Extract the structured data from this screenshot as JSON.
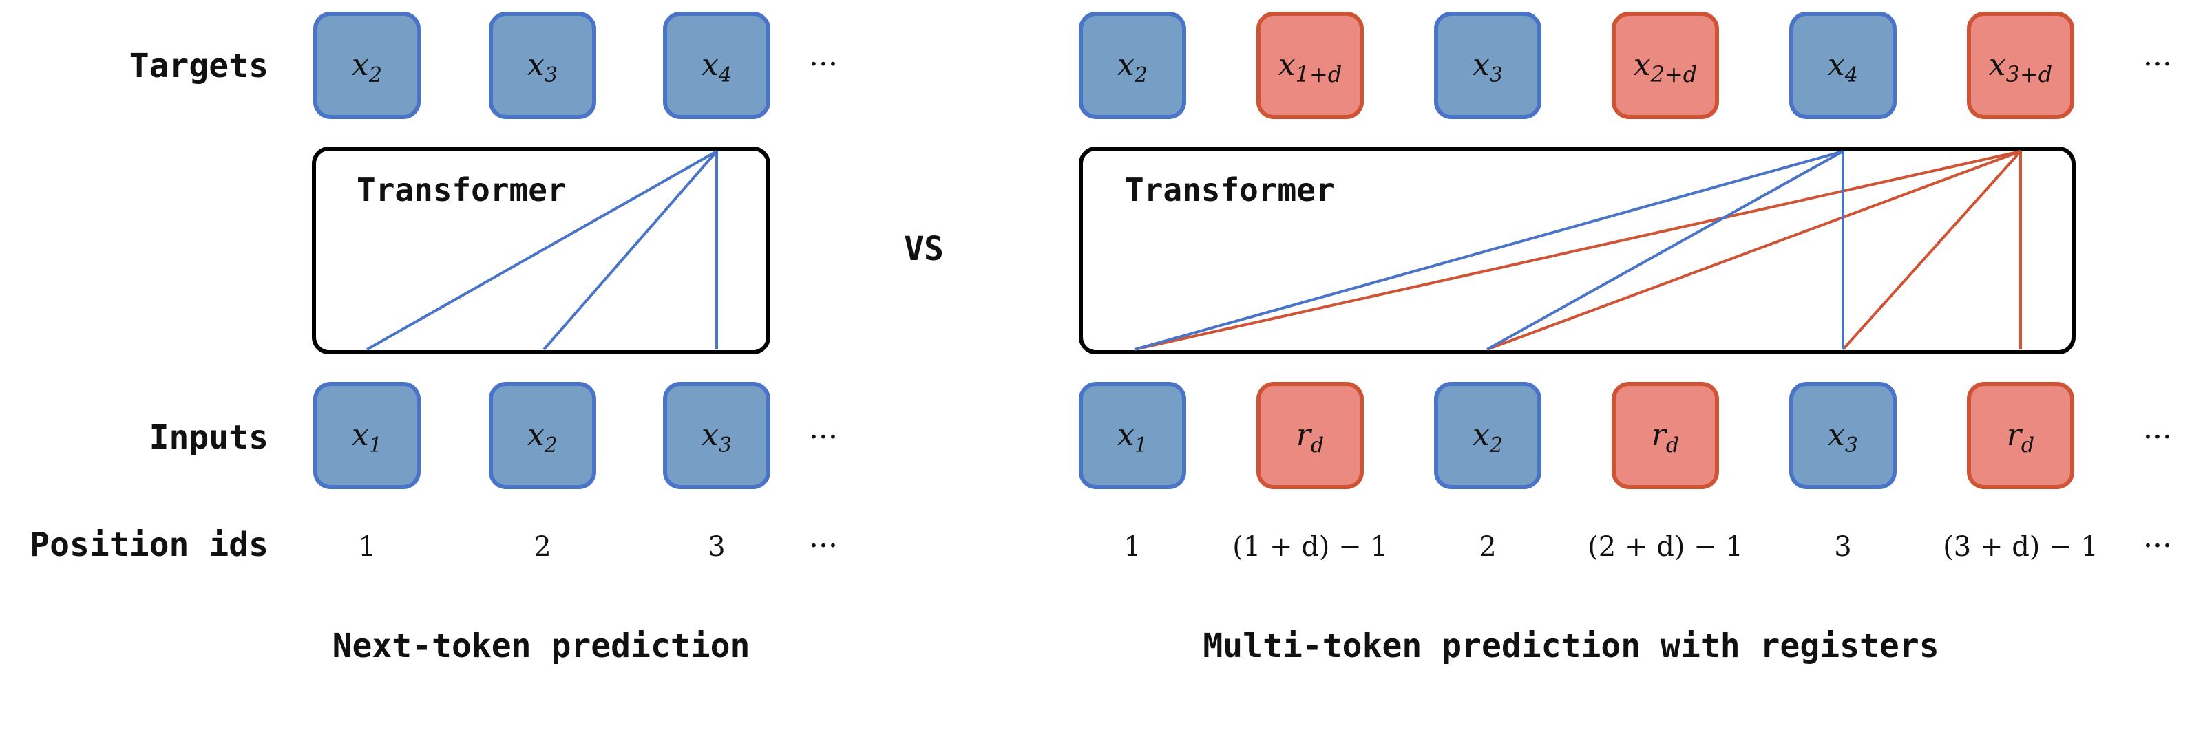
{
  "colors": {
    "blue_fill": "#779fc5",
    "blue_stroke": "#4a74c7",
    "red_fill": "#ea8a80",
    "red_stroke": "#cf5436",
    "outline": "#000000"
  },
  "row_labels": {
    "targets": "Targets",
    "inputs": "Inputs",
    "position_ids": "Position ids"
  },
  "vs_label": "VS",
  "ellipsis": "···",
  "left": {
    "caption": "Next-token prediction",
    "transformer_label": "Transformer",
    "targets": [
      {
        "base": "x",
        "sub": "2",
        "kind": "blue"
      },
      {
        "base": "x",
        "sub": "3",
        "kind": "blue"
      },
      {
        "base": "x",
        "sub": "4",
        "kind": "blue"
      }
    ],
    "inputs": [
      {
        "base": "x",
        "sub": "1",
        "kind": "blue"
      },
      {
        "base": "x",
        "sub": "2",
        "kind": "blue"
      },
      {
        "base": "x",
        "sub": "3",
        "kind": "blue"
      }
    ],
    "position_ids": [
      "1",
      "2",
      "3"
    ]
  },
  "right": {
    "caption": "Multi-token prediction with registers",
    "transformer_label": "Transformer",
    "targets": [
      {
        "base": "x",
        "sub": "2",
        "kind": "blue"
      },
      {
        "base": "x",
        "sub": "1+d",
        "kind": "red"
      },
      {
        "base": "x",
        "sub": "3",
        "kind": "blue"
      },
      {
        "base": "x",
        "sub": "2+d",
        "kind": "red"
      },
      {
        "base": "x",
        "sub": "4",
        "kind": "blue"
      },
      {
        "base": "x",
        "sub": "3+d",
        "kind": "red"
      }
    ],
    "inputs": [
      {
        "base": "x",
        "sub": "1",
        "kind": "blue"
      },
      {
        "base": "r",
        "sub": "d",
        "kind": "red"
      },
      {
        "base": "x",
        "sub": "2",
        "kind": "blue"
      },
      {
        "base": "r",
        "sub": "d",
        "kind": "red"
      },
      {
        "base": "x",
        "sub": "3",
        "kind": "blue"
      },
      {
        "base": "r",
        "sub": "d",
        "kind": "red"
      }
    ],
    "position_ids": [
      "1",
      "(1 + d) − 1",
      "2",
      "(2 + d) − 1",
      "3",
      "(3 + d) − 1"
    ]
  }
}
